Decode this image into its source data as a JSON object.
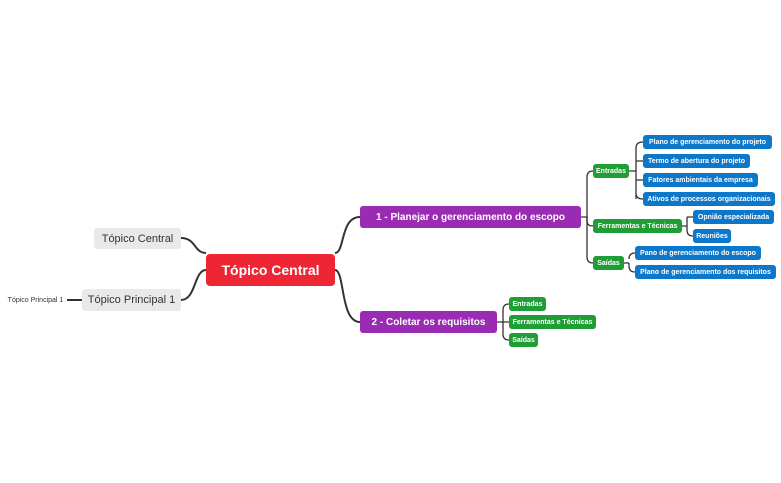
{
  "central": "Tópico Central",
  "left": {
    "floating_topic": "Tópico Central",
    "main_topic": "Tópico Principal 1",
    "sub_topic": "Tópico Principal 1"
  },
  "branch1": {
    "title": "1 - Planejar o gerenciamento do escopo",
    "entradas": {
      "label": "Entradas",
      "items": [
        "Plano de gerenciamento do projeto",
        "Termo de abertura do projeto",
        "Fatores ambientais da empresa",
        "Ativos de processos organizacionais"
      ]
    },
    "ferramentas": {
      "label": "Ferramentas e Técnicas",
      "items": [
        "Opnião especializada",
        "Reuniões"
      ]
    },
    "saidas": {
      "label": "Saídas",
      "items": [
        "Pano de gerenciamento do escopo",
        "Plano de gerenciamento dos requisitos"
      ]
    }
  },
  "branch2": {
    "title": "2 - Coletar os requisitos",
    "items": [
      "Entradas",
      "Ferramentas e Técnicas",
      "Saídas"
    ]
  },
  "colors": {
    "central": "#ee2533",
    "level1": "#9a2bb3",
    "level2": "#1f9e35",
    "level3": "#0d77c9",
    "gray_topic": "#e9e9e9",
    "connector": "#333333"
  }
}
